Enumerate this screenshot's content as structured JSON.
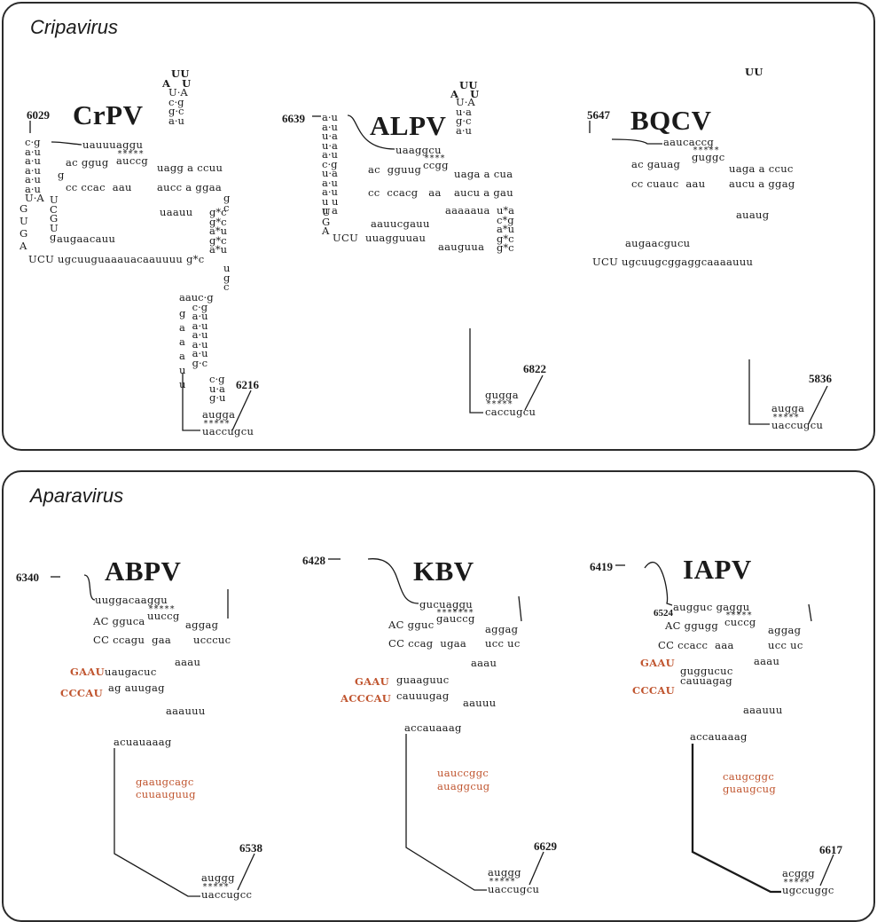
{
  "panels": {
    "cripavirus": {
      "title": "Cripavirus",
      "structures": {
        "crpv": {
          "name": "CrPV",
          "start": "6029",
          "end": "6216",
          "stem_left": "c·g\na·u\na·u\na·u\na·u\na·u\nU·A",
          "stem_left_tail": "G\nU\nG\nA",
          "stem_inner": "U\nC\nG\nU\ng",
          "top_loop": "UU",
          "top_loop_sides": "A   U",
          "top_stem": "U·A\nc·g\ng·c\na·u",
          "linker": "uauuuaggu",
          "pk_stars": "*****",
          "pk_bottom": "auccg",
          "row1": "ac ggug",
          "row1b": "uagg a ccuu",
          "row_g": "g",
          "row2": "cc ccac  aau",
          "row2b": "aucc a ggaa",
          "right_col": "g\nc",
          "mid": "uaauu",
          "stars_col": "g*c\ng*c\na*u\ng*c\na*u",
          "bottom1": "augaacauu",
          "bottom2": "UCU ugcuuguaaauacaauuuu g*c",
          "lower_col": "u\ng\nc",
          "lower_stem": "aauc·g\n    c·g\n    a·u\n    a·u\n    a·u\n    a·u\n    a·u\n    g·c",
          "lower_left": "g\na\na\na\nu\nu",
          "tail_stem": "c·g\nu·a\ng·u",
          "start_codon": "augga",
          "end_stars": "*****",
          "end_seq": "uaccugcu"
        },
        "alpv": {
          "name": "ALPV",
          "start": "6639",
          "end": "6822",
          "stem_left": "a·u\na·u\nu·a\nu·a\na·u\nc·g\nu·a\na·u\na·u\nu u\nu a",
          "stem_left_tail": "U\nG\nA",
          "top_loop": "UU",
          "top_loop_sides": "A   U",
          "top_stem": "U·A\nu·a\ng·c\na·u",
          "linker": "uaaggcu",
          "pk_stars": "****",
          "pk_bottom": "ccgg",
          "row1": "ac  gguug",
          "row1b": "uaga a cua",
          "row2": "cc  ccacg   aa",
          "row2b": "aucu a gau",
          "mid": "aaaaaua",
          "stars_col": "u*a\nc*g\na*u\ng*c\ng*c",
          "bottom1": "aauucgauu",
          "bottom2": "UCU  uuagguuau",
          "bottom3": "aauguua",
          "end_seq": "caccugcu",
          "start_codon": "gugga",
          "end_stars": "*****"
        },
        "bqcv": {
          "name": "BQCV",
          "start": "5647",
          "end": "5836",
          "top_loop": "UU",
          "linker": "aaucaccg",
          "pk_stars": "*****",
          "pk_bottom": "guggc",
          "row1": "ac gauag",
          "row1b": "uaga a ccuc",
          "row2": "cc cuauc  aau",
          "row2b": "aucu a ggag",
          "mid": "auaug",
          "bottom1": "augaacgucu",
          "bottom2": "UCU ugcuugcggaggcaaaauuu",
          "start_codon": "augga",
          "end_stars": "*****",
          "end_seq": "uaccugcu"
        }
      }
    },
    "aparavirus": {
      "title": "Aparavirus",
      "structures": {
        "abpv": {
          "name": "ABPV",
          "start": "6340",
          "end": "6538",
          "linker": "uuggacaaggu",
          "pk_stars": "*****",
          "pk_bottom": "uuccg",
          "row1": "AC gguca",
          "row1b": "aggag",
          "row2": "CC ccagu  gaa",
          "row2b": "ucccuc",
          "red_loop_top": "GAAU",
          "red_loop_bottom": "CCCAU",
          "mid1": "uaugacuc",
          "mid2": "ag auugag",
          "aaau": "aaau",
          "aaauuu": "aaauuu",
          "lower_head": "acuauaaag",
          "red_hairpin_top": "gaaugcagc",
          "red_hairpin_bottom": "cuuauguug",
          "start_codon": "auggg",
          "end_stars": "*****",
          "end_seq": "uaccugcc"
        },
        "kbv": {
          "name": "KBV",
          "start": "6428",
          "end": "6629",
          "linker": "gucuaggu",
          "pk_stars": "*******",
          "pk_bottom": "gauccg",
          "row1": "AC gguc",
          "row1b": "aggag",
          "row2": "CC ccag  ugaa",
          "row2b": "ucc uc",
          "red_loop_top": "GAAU",
          "red_loop_bottom": "ACCCAU",
          "mid1": "guaaguuc",
          "mid2": "cauuugag",
          "aaau": "aaau",
          "aauuu": "aauuu",
          "lower_head": "accauaaag",
          "red_hairpin_top": "uauccggc",
          "red_hairpin_bottom": "auaggcug",
          "start_codon": "auggg",
          "end_stars": "*****",
          "end_seq": "uaccugcu"
        },
        "iapv": {
          "name": "IAPV",
          "start": "6419",
          "end": "6617",
          "inner_pos": "6524",
          "linker": "augguc gaggu",
          "pk_stars": "*****",
          "pk_bottom": "cuccg",
          "row1": "AC ggugg",
          "row1b": "aggag",
          "row2": "CC ccacc  aaa",
          "row2b": "ucc uc",
          "red_loop_top": "GAAU",
          "red_loop_bottom": "CCCAU",
          "mid1": "guggucuc",
          "mid2": "cauuagag",
          "aaau": "aaau",
          "aaauuu": "aaauuu",
          "lower_head": "accauaaag",
          "red_hairpin_top": "caugcggc",
          "red_hairpin_bottom": "guaugcug",
          "start_codon": "acggg",
          "end_stars": "*****",
          "end_seq": "ugccuggc"
        }
      }
    }
  },
  "colors": {
    "highlight": "#c0552f",
    "ink": "#1a1a1a",
    "border": "#2b2b2b"
  }
}
